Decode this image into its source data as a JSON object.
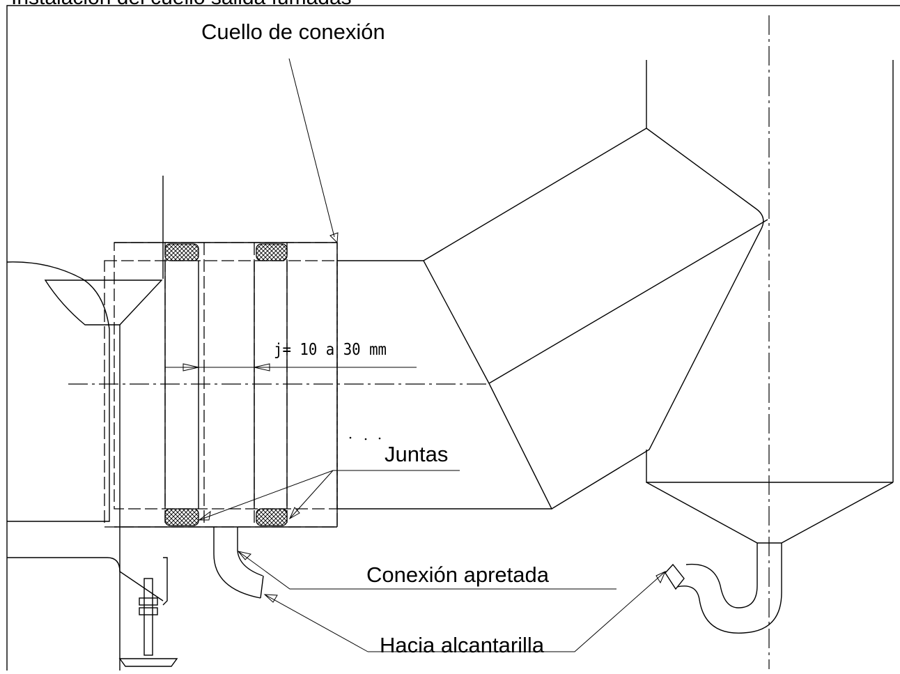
{
  "title": "Instalación del cuello salida fumadas",
  "labels": {
    "neck": "Cuello de conexión",
    "gap": "j= 10 a 30 mm",
    "gaskets": "Juntas",
    "tight": "Conexión apretada",
    "drain": "Hacia alcantarilla"
  }
}
